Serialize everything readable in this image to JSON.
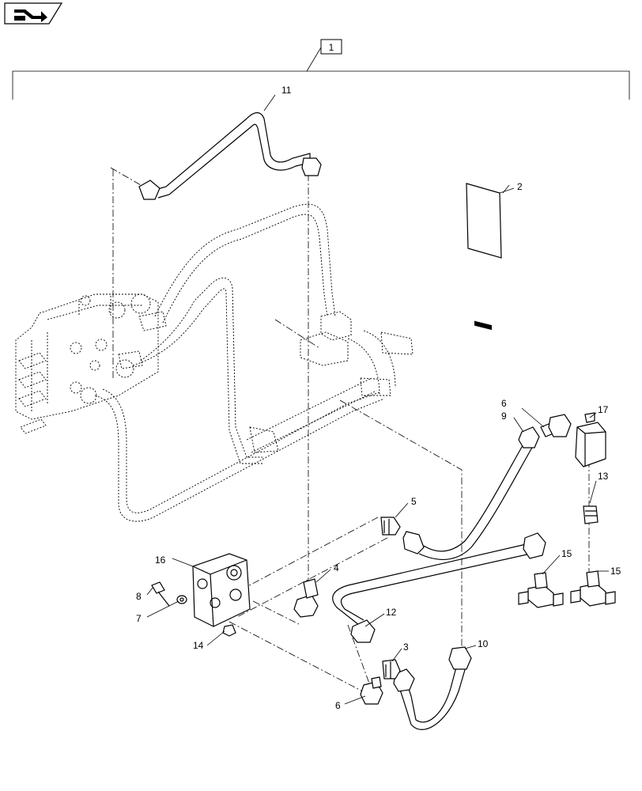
{
  "assembly": {
    "label": "1"
  },
  "callouts": [
    {
      "id": "c2",
      "label": "2"
    },
    {
      "id": "c3",
      "label": "3"
    },
    {
      "id": "c4",
      "label": "4"
    },
    {
      "id": "c5",
      "label": "5"
    },
    {
      "id": "c6a",
      "label": "6"
    },
    {
      "id": "c6b",
      "label": "6"
    },
    {
      "id": "c7",
      "label": "7"
    },
    {
      "id": "c8",
      "label": "8"
    },
    {
      "id": "c9",
      "label": "9"
    },
    {
      "id": "c10",
      "label": "10"
    },
    {
      "id": "c11",
      "label": "11"
    },
    {
      "id": "c12",
      "label": "12"
    },
    {
      "id": "c13",
      "label": "13"
    },
    {
      "id": "c14",
      "label": "14"
    },
    {
      "id": "c15a",
      "label": "15"
    },
    {
      "id": "c15b",
      "label": "15"
    },
    {
      "id": "c16",
      "label": "16"
    },
    {
      "id": "c17",
      "label": "17"
    }
  ],
  "nav_icon": {
    "name": "book-arrow-icon"
  },
  "colors": {
    "line": "#000000",
    "background": "#ffffff",
    "nav_fill": "#000000"
  }
}
